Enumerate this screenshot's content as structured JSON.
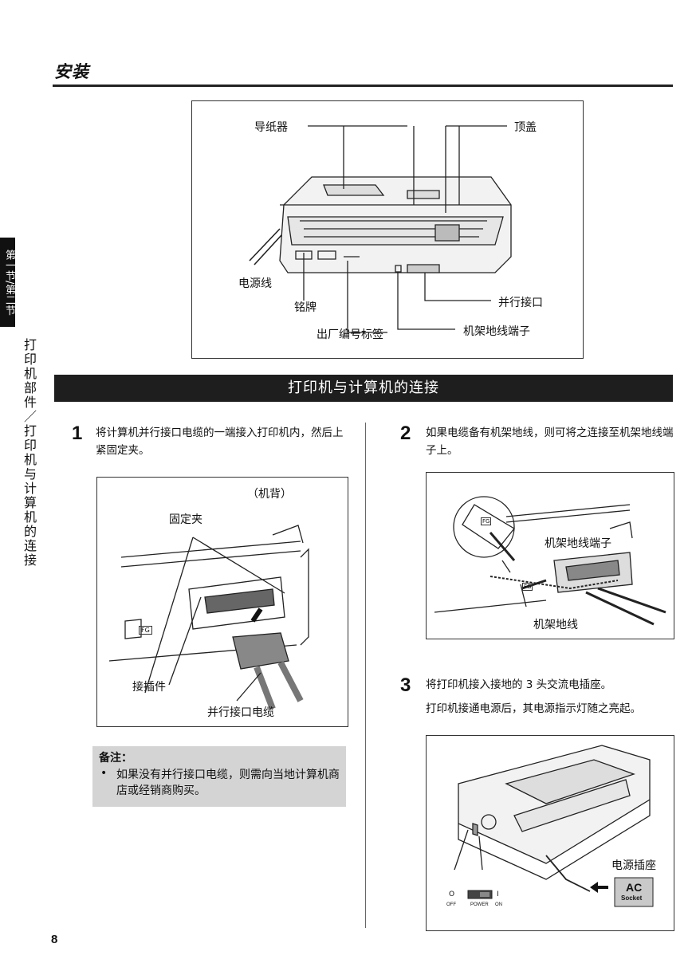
{
  "header": {
    "title": "安装"
  },
  "side": {
    "tab": "第一节/第二节",
    "section": "打印机部件／打印机与计算机的连接"
  },
  "top_figure": {
    "labels": {
      "paper_guide": "导纸器",
      "top_cover": "顶盖",
      "power_cord": "电源线",
      "nameplate": "铭牌",
      "parallel_port": "并行接口",
      "serial_label": "出厂编号标签",
      "ground_terminal": "机架地线端子"
    }
  },
  "banner": {
    "title": "打印机与计算机的连接"
  },
  "steps": [
    {
      "num": "1",
      "text": "将计算机并行接口电缆的一端接入打印机内，然后上紧固定夹。"
    },
    {
      "num": "2",
      "text": "如果电缆备有机架地线，则可将之连接至机架地线端子上。"
    },
    {
      "num": "3",
      "text": "将打印机接入接地的 3 头交流电插座。",
      "sub": "打印机接通电源后，其电源指示灯随之亮起。"
    }
  ],
  "fig1": {
    "back": "（机背）",
    "clip": "固定夹",
    "connector": "接插件",
    "cable": "并行接口电缆",
    "fg": "FG"
  },
  "fig2": {
    "terminal": "机架地线端子",
    "wire": "机架地线",
    "fg": "FG"
  },
  "fig3": {
    "socket_label": "电源插座",
    "ac": "AC",
    "socket": "Socket",
    "off_sym": "O",
    "on_sym": "I",
    "off": "OFF",
    "power": "POWER",
    "on": "ON"
  },
  "note": {
    "title": "备注：",
    "text": "如果没有并行接口电缆，则需向当地计算机商店或经销商购买。"
  },
  "page": {
    "number": "8"
  }
}
